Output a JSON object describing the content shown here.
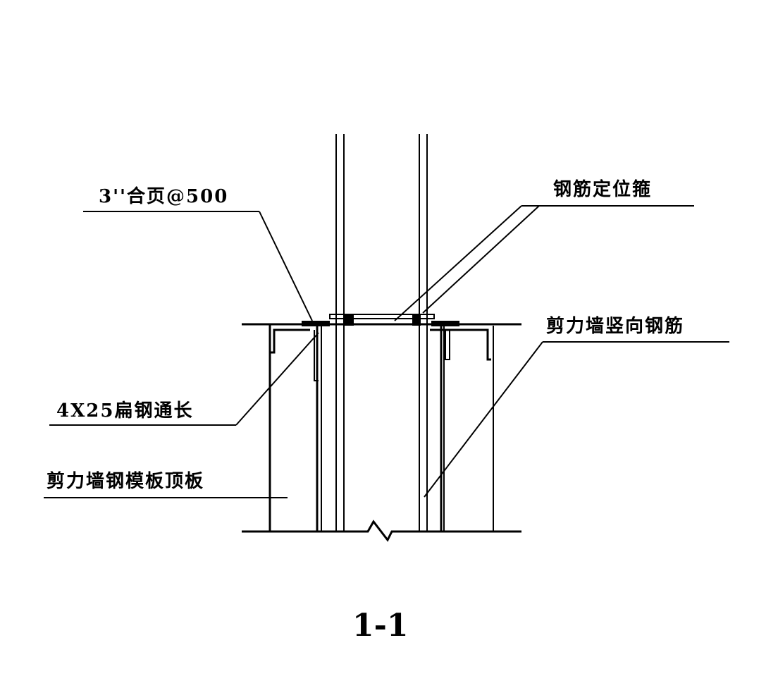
{
  "labels": {
    "hinge": "3''合页@500",
    "rebar_positioning_stirrup": "钢筋定位箍",
    "shear_wall_vertical_rebar": "剪力墙竖向钢筋",
    "flat_steel": "4X25扁钢通长",
    "formwork_top_plate": "剪力墙钢模板顶板"
  },
  "section_title": "1-1"
}
